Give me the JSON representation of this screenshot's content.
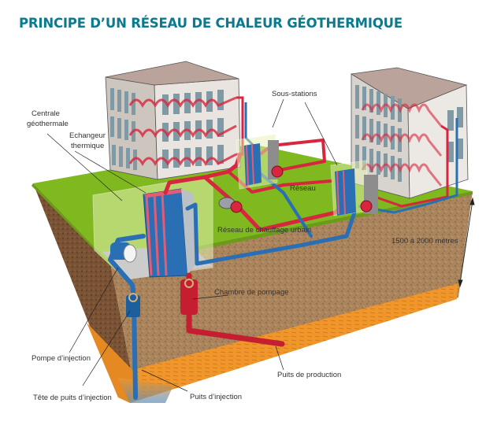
{
  "title": "PRINCIPE D’UN RÉSEAU DE CHALEUR GÉOTHERMIQUE",
  "colors": {
    "title": "#0b7a8c",
    "grass": "#7fb81f",
    "soil": "#a9845c",
    "aquifer": "#f0962a",
    "hot_pipe": "#d7263d",
    "cold_pipe": "#2a6fb3",
    "building": "#e9e4df",
    "window": "#7f9aa5"
  },
  "labels": {
    "centrale": [
      "Centrale",
      "géothermale"
    ],
    "echangeur": [
      "Echangeur",
      "thermique"
    ],
    "sous_stations": "Sous-stations",
    "reseau": "Réseau",
    "reseau_chauffage": "Réseau de chauffage urbain",
    "profondeur": "1500 à 2000 mètres",
    "chambre_pompage": "Chambre de pompage",
    "pompe_injection": "Pompe d’injection",
    "tete_puits": "Tête de puits d’injection",
    "puits_injection": "Puits d’injection",
    "puits_production": "Puits de production"
  }
}
